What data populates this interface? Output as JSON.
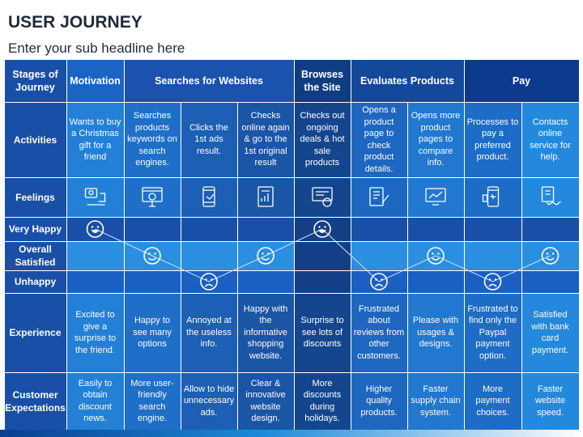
{
  "title": "USER JOURNEY",
  "subtitle": "Enter your sub headline here",
  "header_cells": [
    "Stages of Journey",
    "Motivation",
    "Searches for Websites",
    "Browses the Site",
    "Evaluates Products",
    "Pay"
  ],
  "row_labels": {
    "activities": "Activities",
    "feelings": "Feelings",
    "very_happy": "Very Happy",
    "overall_satisfied": "Overall Satisfied",
    "unhappy": "Unhappy",
    "experience": "Experience",
    "expectations": "Customer Expectations"
  },
  "activities": [
    "Wants to buy a Christmas gift for a friend",
    "Searches products keywords on search engines.",
    "Clicks the 1st ads result.",
    "Checks online again & go to the 1st original result",
    "Checks out ongoing deals & hot sale products",
    "Opens a product page to check product details.",
    "Opens more product pages to compare info.",
    "Processes to pay a preferred product.",
    "Contacts online service for help."
  ],
  "feeling_icons": [
    "shopping-cart-desk-icon",
    "browser-search-icon",
    "mobile-tap-ad-icon",
    "report-document-icon",
    "sale-tag-screen-icon",
    "product-details-checklist-icon",
    "compare-info-screen-icon",
    "mobile-payment-icon",
    "online-support-handshake-icon"
  ],
  "emotion_levels": [
    "very_happy",
    "overall_satisfied",
    "unhappy",
    "overall_satisfied",
    "very_happy",
    "unhappy",
    "overall_satisfied",
    "unhappy",
    "overall_satisfied"
  ],
  "experience": [
    "Excited to give a surprise to the friend.",
    "Happy to see many options",
    "Annoyed at the useless info.",
    "Happy with the informative shopping website.",
    "Surprise to see lots of discounts",
    "Frustrated about reviews from other customers.",
    "Please with usages & designs.",
    "Frustrated to find only the Paypal payment option.",
    "Satisfied with bank card payment."
  ],
  "expectations": [
    "Easily to obtain discount news.",
    "More user-friendly search engine.",
    "Allow to hide unnecessary ads.",
    "Clear & innovative website design.",
    "More discounts during holidays.",
    "Higher quality products.",
    "Faster supply chain system.",
    "More payment choices.",
    "Faster website speed."
  ],
  "colors": {
    "label_column": "#1a4fa8",
    "stage_motivation": "#1c64c4",
    "stage_search": "#1a52ad",
    "stage_browse": "#0f3d82",
    "stage_evaluate": "#14489a",
    "stage_pay": "#0c3a8c",
    "column_shades": [
      "#2380d6",
      "#1f6fc8",
      "#1c5fb4",
      "#1a55a6",
      "#14468e",
      "#1e67c0",
      "#2178ce",
      "#1d6cc6",
      "#2489dc"
    ],
    "very_happy_bg": "#1a4fa8",
    "satisfied_bg": "#2a8fe0",
    "unhappy_bg": "#1b5fc2",
    "emotion_line": "#cfe3f7"
  }
}
